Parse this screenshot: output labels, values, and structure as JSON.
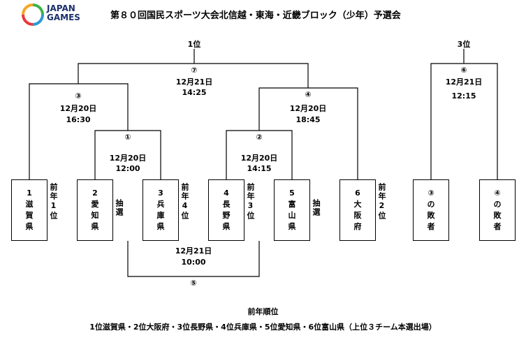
{
  "header": {
    "logo_text": "JAPAN\nGAMES",
    "title": "第８０回国民スポーツ大会北信越・東海・近畿ブロック（少年）予選会"
  },
  "matches": {
    "m1": {
      "no": "①",
      "date": "12月20日",
      "time": "12:00"
    },
    "m2": {
      "no": "②",
      "date": "12月20日",
      "time": "14:15"
    },
    "m3": {
      "no": "③",
      "date": "12月20日",
      "time": "16:30"
    },
    "m4": {
      "no": "④",
      "date": "12月20日",
      "time": "18:45"
    },
    "m5": {
      "no": "⑤",
      "date": "12月21日",
      "time": "10:00"
    },
    "m6": {
      "no": "⑥",
      "date": "12月21日",
      "time": "12:15"
    },
    "m7": {
      "no": "⑦",
      "date": "12月21日",
      "time": "14:25"
    }
  },
  "places": {
    "first": "1位",
    "third": "3位"
  },
  "teams": [
    {
      "seed": "1",
      "name": "滋賀県",
      "note": "前年1位"
    },
    {
      "seed": "2",
      "name": "愛知県",
      "note": "抽選"
    },
    {
      "seed": "3",
      "name": "兵庫県",
      "note": "前年4位"
    },
    {
      "seed": "4",
      "name": "長野県",
      "note": "前年3位"
    },
    {
      "seed": "5",
      "name": "富山県",
      "note": "抽選"
    },
    {
      "seed": "6",
      "name": "大阪府",
      "note": "前年2位"
    },
    {
      "seed": "③",
      "name": "の敗者",
      "note": ""
    },
    {
      "seed": "④",
      "name": "の敗者",
      "note": ""
    }
  ],
  "footer": {
    "title": "前年順位",
    "text": "1位滋賀県・2位大阪府・3位長野県・4位兵庫県・5位愛知県・6位富山県（上位３チーム本選出場）"
  }
}
